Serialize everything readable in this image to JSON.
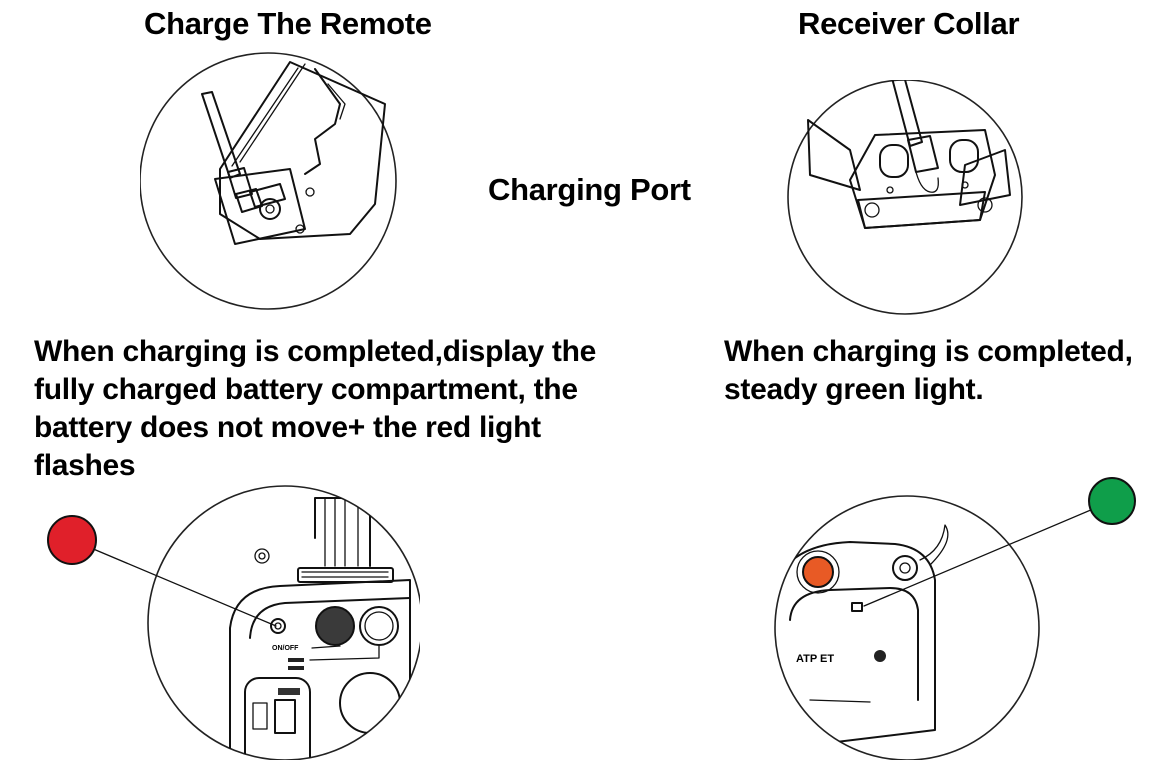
{
  "remote": {
    "title": "Charge The Remote",
    "completion_text": [
      "When charging is completed,display the",
      "fully charged battery compartment, the",
      "battery does not move+ the red light",
      "flashes"
    ],
    "indicator_color": "#e0202a",
    "power_label": "ON/OFF"
  },
  "center": {
    "port_label": "Charging Port"
  },
  "collar": {
    "title": "Receiver Collar",
    "completion_text": [
      "When charging is completed,",
      "steady green light."
    ],
    "indicator_color": "#0f9e4a",
    "model_label": "ATP ET"
  }
}
